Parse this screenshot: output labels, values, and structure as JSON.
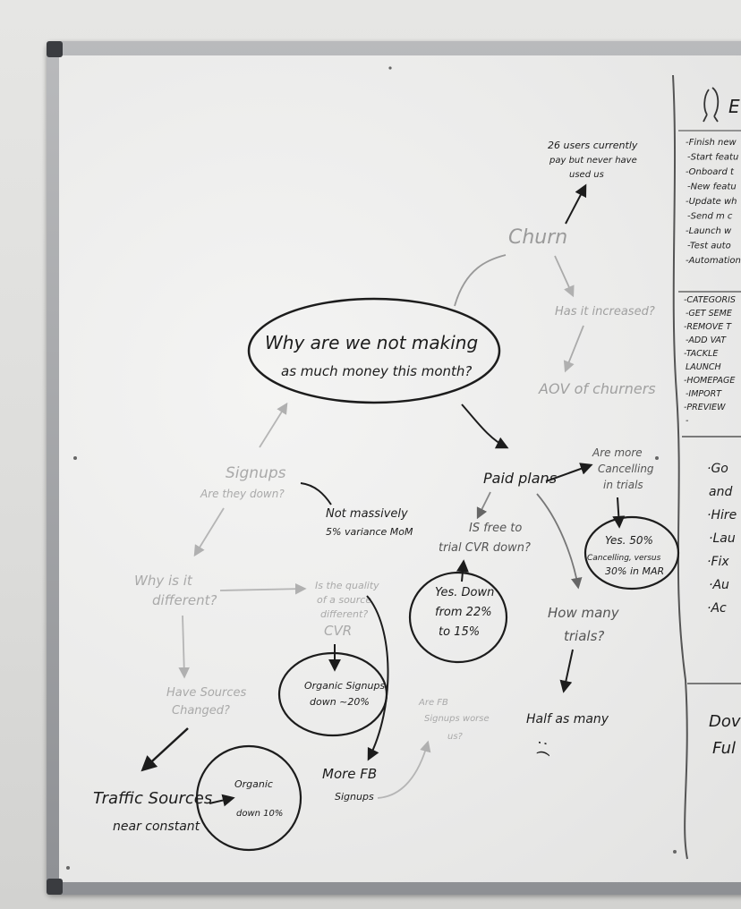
{
  "whiteboard": {
    "central_question": {
      "line1": "Why are we not making",
      "line2": "as much money this month?"
    },
    "churn": {
      "label": "Churn",
      "users_note": {
        "line1": "26 users currently",
        "line2": "pay but never have",
        "line3": "used us"
      },
      "increased_q": "Has it increased?",
      "aov": "AOV of churners"
    },
    "signups": {
      "label": "Signups",
      "question": "Are they down?",
      "answer": {
        "line1": "Not massively",
        "line2": "5% variance MoM"
      }
    },
    "why_different": {
      "line1": "Why is it",
      "line2": "different?"
    },
    "quality": {
      "line1": "Is the quality",
      "line2": "of a source",
      "line3": "different?",
      "line4": "CVR"
    },
    "organic_signups": {
      "line1": "Organic Signups",
      "line2": "down ~20%"
    },
    "sources_changed": {
      "line1": "Have Sources",
      "line2": "Changed?"
    },
    "traffic": {
      "line1": "Traffic Sources",
      "line2": "near constant"
    },
    "organic_down": {
      "line1": "Organic",
      "line2": "down 10%"
    },
    "more_fb": {
      "line1": "More FB",
      "line2": "Signups"
    },
    "fb_worse": {
      "line1": "Are FB",
      "line2": "Signups worse",
      "line3": "us?"
    },
    "paid_plans": {
      "label": "Paid plans",
      "free_to_trial": {
        "line1": "IS free to",
        "line2": "trial CVR down?"
      },
      "yes_down": {
        "line1": "Yes. Down",
        "line2": "from 22%",
        "line3": "to 15%"
      },
      "cancelling_q": {
        "line1": "Are more",
        "line2": "Cancelling",
        "line3": "in trials"
      },
      "cancelling_a": {
        "line1": "Yes. 50%",
        "line2": "Cancelling, versus",
        "line3": "30% in MAR"
      },
      "trials_q": {
        "line1": "How many",
        "line2": "trials?"
      },
      "trials_a": "Half as many",
      "sad_face": ": ("
    },
    "right_panel": {
      "list1": [
        "-Finish new",
        "-Start featu",
        "-Onboard t",
        "-New featu",
        "-Update wh",
        "-Send m c",
        "-Launch w",
        "-Test auto",
        "-Automation"
      ],
      "list2": [
        "-CATEGORIS",
        "-GET SEME",
        "-REMOVE T",
        "-ADD VAT",
        "-TACKLE",
        " LAUNCH",
        "-HOMEPAGE",
        "-IMPORT",
        "-PREVIEW",
        "-"
      ],
      "list3": [
        "·Go",
        " and",
        "·Hire",
        "·Lau",
        "·Fix",
        "·Au",
        "·Ac"
      ],
      "bottom": {
        "line1": "Dov",
        "line2": "Ful"
      },
      "header_mark": "E"
    }
  }
}
